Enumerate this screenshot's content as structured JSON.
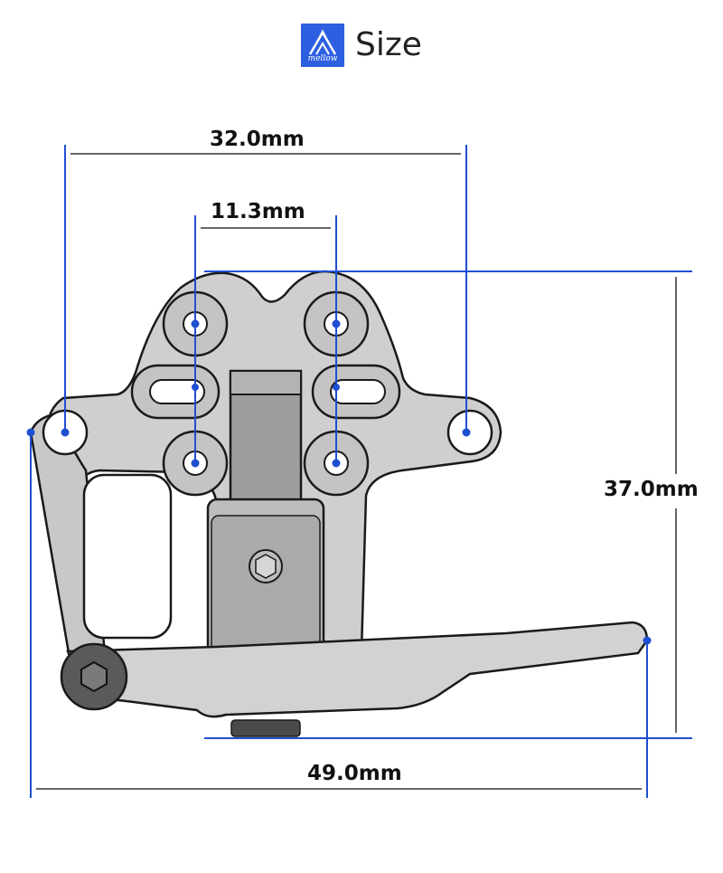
{
  "header": {
    "title": "Size",
    "logo_text": "mellow",
    "logo_icon": "mellow-logo-icon"
  },
  "dimensions": {
    "outer_holes": "32.0mm",
    "inner_holes": "11.3mm",
    "height": "37.0mm",
    "width": "49.0mm"
  },
  "colors": {
    "dimension_line": "#1f4fd1",
    "brand": "#2d5fe0",
    "part_fill": "#cfcfcf",
    "part_stroke": "#1a1a1a"
  }
}
